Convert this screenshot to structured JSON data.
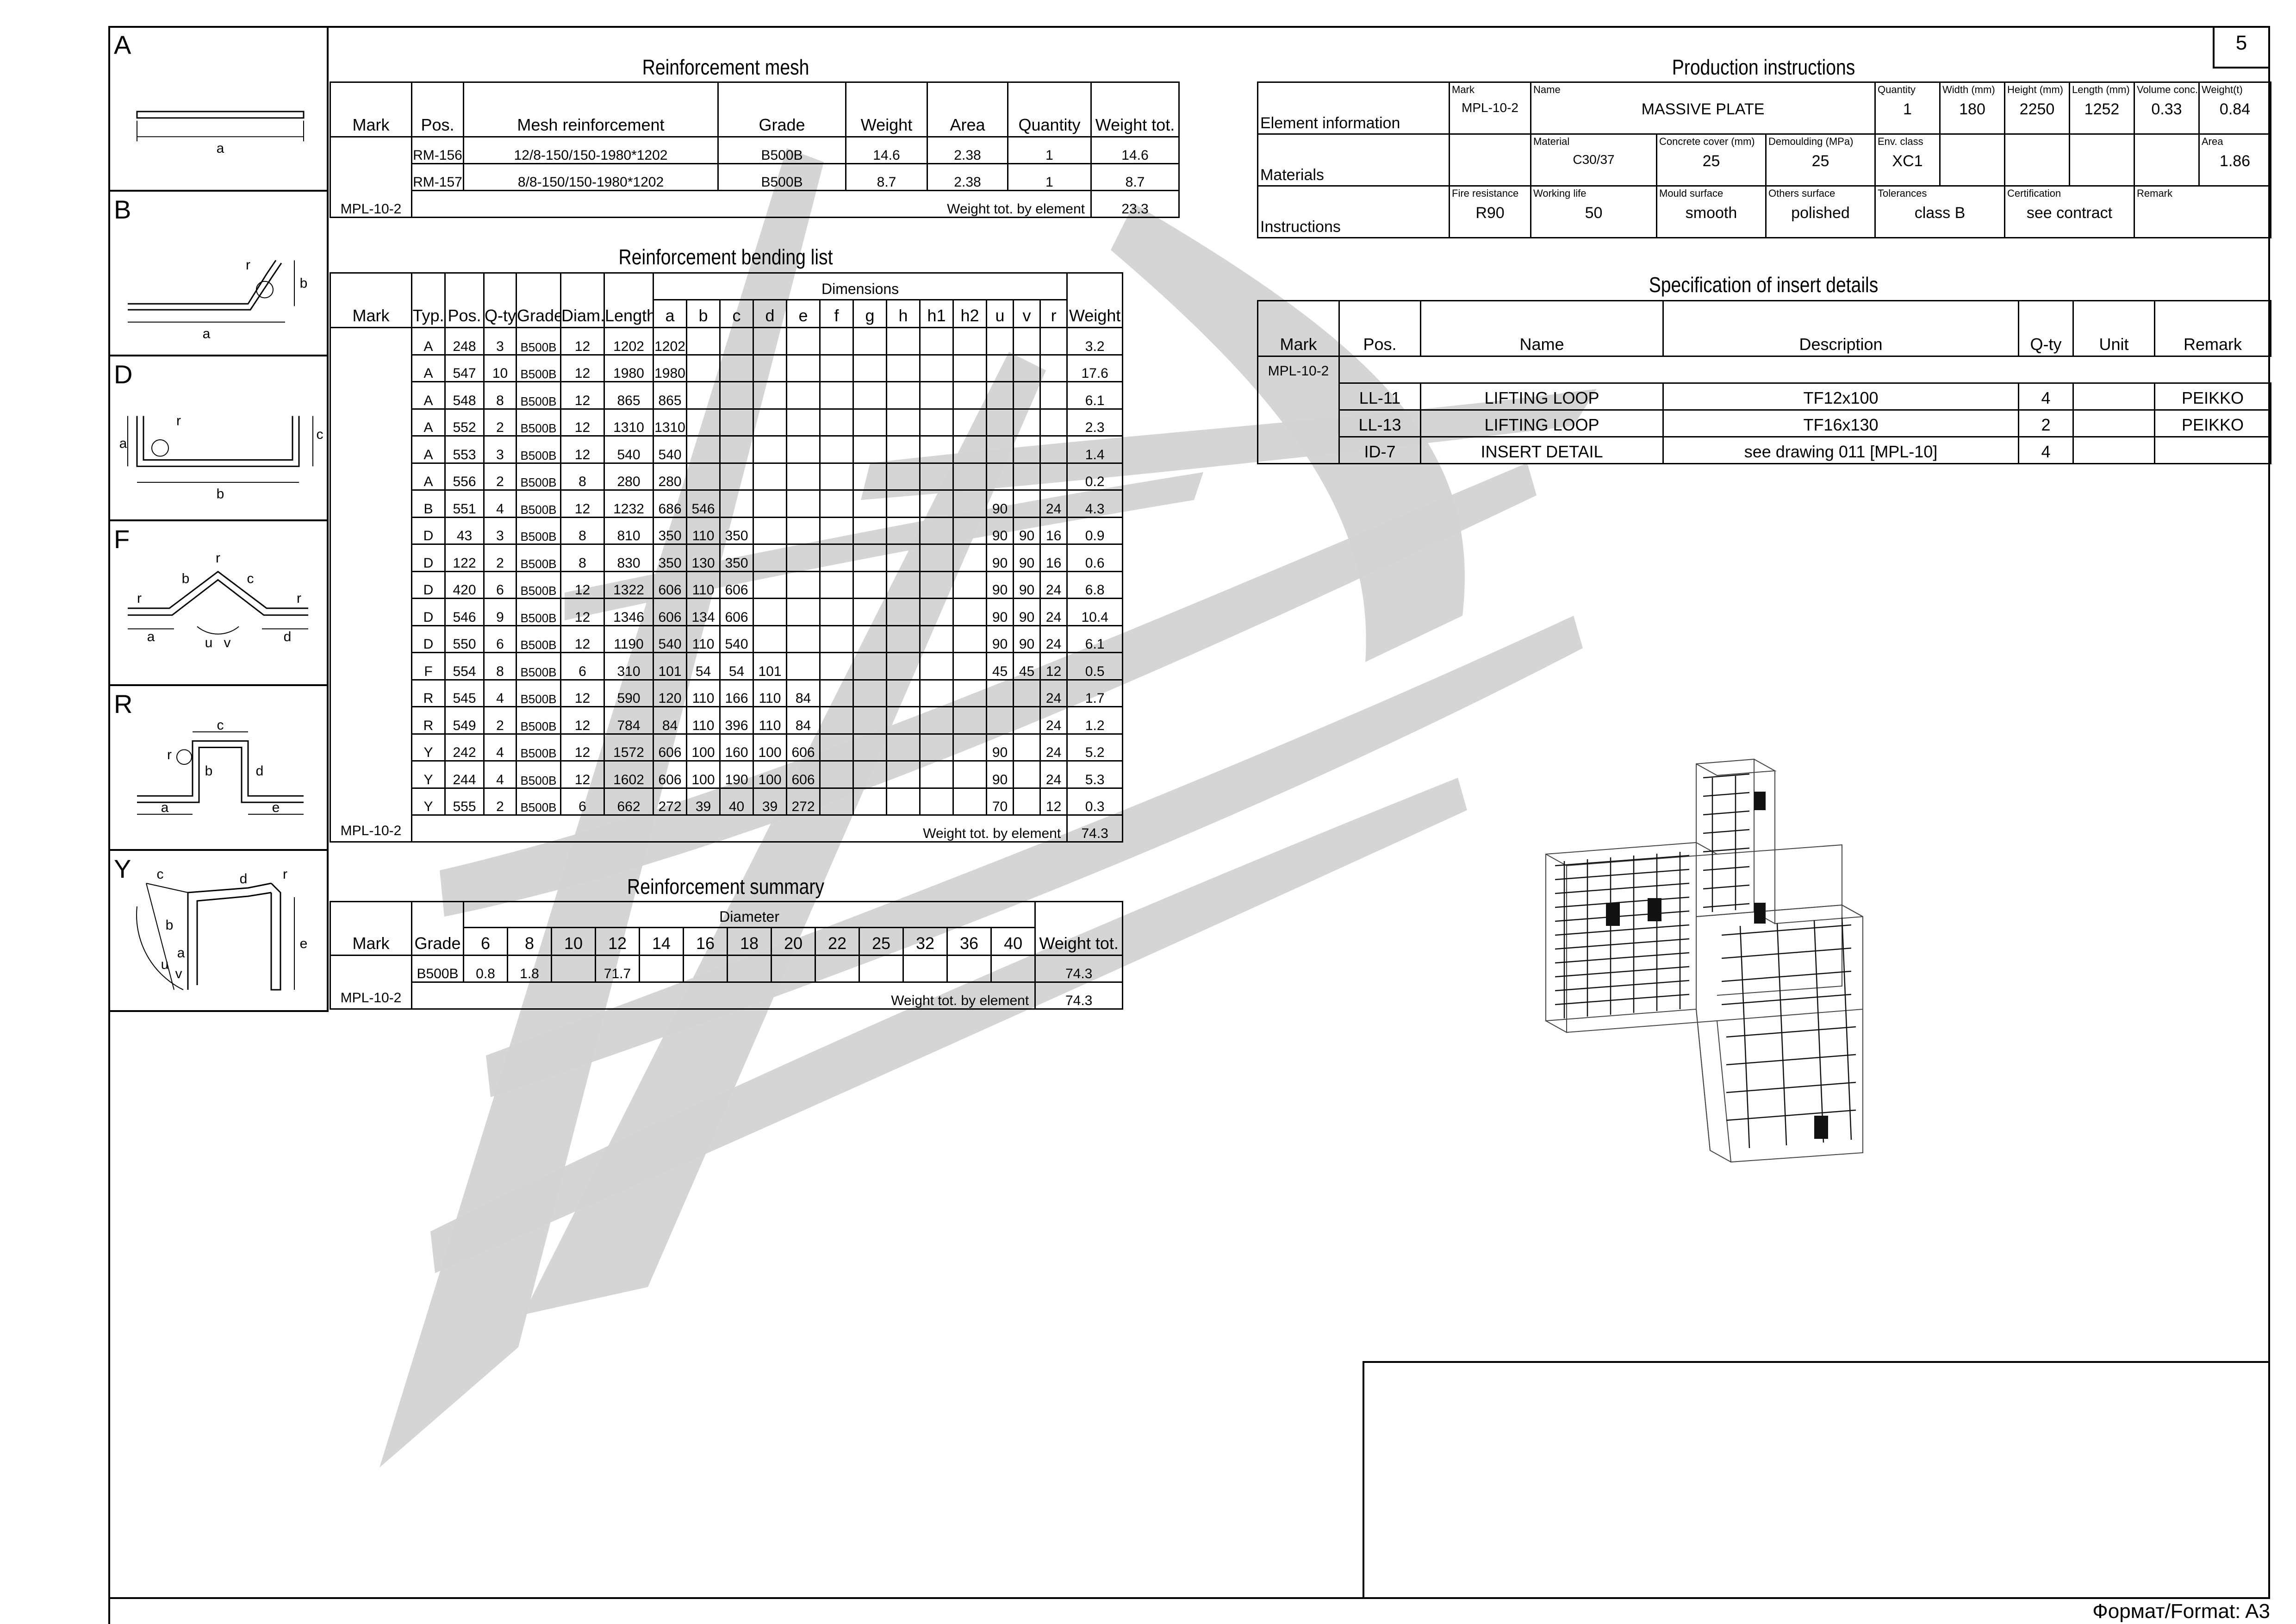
{
  "sheet_number": "5",
  "format_label": "Формат/Format: A3",
  "shapes": {
    "A": {
      "letter": "A",
      "labels": [
        "a"
      ]
    },
    "B": {
      "letter": "B",
      "labels": [
        "a",
        "b",
        "r"
      ]
    },
    "D": {
      "letter": "D",
      "labels": [
        "a",
        "b",
        "c",
        "r"
      ]
    },
    "F": {
      "letter": "F",
      "labels": [
        "a",
        "b",
        "c",
        "d",
        "r",
        "r",
        "r",
        "u",
        "v"
      ]
    },
    "R": {
      "letter": "R",
      "labels": [
        "a",
        "b",
        "c",
        "d",
        "e",
        "r"
      ]
    },
    "Y": {
      "letter": "Y",
      "labels": [
        "a",
        "b",
        "c",
        "d",
        "e",
        "r",
        "u",
        "v"
      ]
    }
  },
  "mesh": {
    "title": "Reinforcement mesh",
    "headers": [
      "Mark",
      "Pos.",
      "Mesh reinforcement",
      "Grade",
      "Weight",
      "Area",
      "Quantity",
      "Weight tot."
    ],
    "mark": "MPL-10-2",
    "rows": [
      [
        "RM-156",
        "12/8-150/150-1980*1202",
        "B500B",
        "14.6",
        "2.38",
        "1",
        "14.6"
      ],
      [
        "RM-157",
        "8/8-150/150-1980*1202",
        "B500B",
        "8.7",
        "2.38",
        "1",
        "8.7"
      ]
    ],
    "total_label": "Weight tot. by element",
    "total": "23.3"
  },
  "bending": {
    "title": "Reinforcement bending list",
    "dimensions_label": "Dimensions",
    "headers": [
      "Mark",
      "Typ.",
      "Pos.",
      "Q-ty",
      "Grade",
      "Diam.",
      "Length",
      "a",
      "b",
      "c",
      "d",
      "e",
      "f",
      "g",
      "h",
      "h1",
      "h2",
      "u",
      "v",
      "r",
      "Weight"
    ],
    "mark": "MPL-10-2",
    "rows": [
      [
        "A",
        "248",
        "3",
        "B500B",
        "12",
        "1202",
        "1202",
        "",
        "",
        "",
        "",
        "",
        "",
        "",
        "",
        "",
        "",
        "",
        "",
        "3.2"
      ],
      [
        "A",
        "547",
        "10",
        "B500B",
        "12",
        "1980",
        "1980",
        "",
        "",
        "",
        "",
        "",
        "",
        "",
        "",
        "",
        "",
        "",
        "",
        "17.6"
      ],
      [
        "A",
        "548",
        "8",
        "B500B",
        "12",
        "865",
        "865",
        "",
        "",
        "",
        "",
        "",
        "",
        "",
        "",
        "",
        "",
        "",
        "",
        "6.1"
      ],
      [
        "A",
        "552",
        "2",
        "B500B",
        "12",
        "1310",
        "1310",
        "",
        "",
        "",
        "",
        "",
        "",
        "",
        "",
        "",
        "",
        "",
        "",
        "2.3"
      ],
      [
        "A",
        "553",
        "3",
        "B500B",
        "12",
        "540",
        "540",
        "",
        "",
        "",
        "",
        "",
        "",
        "",
        "",
        "",
        "",
        "",
        "",
        "1.4"
      ],
      [
        "A",
        "556",
        "2",
        "B500B",
        "8",
        "280",
        "280",
        "",
        "",
        "",
        "",
        "",
        "",
        "",
        "",
        "",
        "",
        "",
        "",
        "0.2"
      ],
      [
        "B",
        "551",
        "4",
        "B500B",
        "12",
        "1232",
        "686",
        "546",
        "",
        "",
        "",
        "",
        "",
        "",
        "",
        "",
        "90",
        "",
        "24",
        "4.3"
      ],
      [
        "D",
        "43",
        "3",
        "B500B",
        "8",
        "810",
        "350",
        "110",
        "350",
        "",
        "",
        "",
        "",
        "",
        "",
        "",
        "90",
        "90",
        "16",
        "0.9"
      ],
      [
        "D",
        "122",
        "2",
        "B500B",
        "8",
        "830",
        "350",
        "130",
        "350",
        "",
        "",
        "",
        "",
        "",
        "",
        "",
        "90",
        "90",
        "16",
        "0.6"
      ],
      [
        "D",
        "420",
        "6",
        "B500B",
        "12",
        "1322",
        "606",
        "110",
        "606",
        "",
        "",
        "",
        "",
        "",
        "",
        "",
        "90",
        "90",
        "24",
        "6.8"
      ],
      [
        "D",
        "546",
        "9",
        "B500B",
        "12",
        "1346",
        "606",
        "134",
        "606",
        "",
        "",
        "",
        "",
        "",
        "",
        "",
        "90",
        "90",
        "24",
        "10.4"
      ],
      [
        "D",
        "550",
        "6",
        "B500B",
        "12",
        "1190",
        "540",
        "110",
        "540",
        "",
        "",
        "",
        "",
        "",
        "",
        "",
        "90",
        "90",
        "24",
        "6.1"
      ],
      [
        "F",
        "554",
        "8",
        "B500B",
        "6",
        "310",
        "101",
        "54",
        "54",
        "101",
        "",
        "",
        "",
        "",
        "",
        "",
        "45",
        "45",
        "12",
        "0.5"
      ],
      [
        "R",
        "545",
        "4",
        "B500B",
        "12",
        "590",
        "120",
        "110",
        "166",
        "110",
        "84",
        "",
        "",
        "",
        "",
        "",
        "",
        "",
        "24",
        "1.7"
      ],
      [
        "R",
        "549",
        "2",
        "B500B",
        "12",
        "784",
        "84",
        "110",
        "396",
        "110",
        "84",
        "",
        "",
        "",
        "",
        "",
        "",
        "",
        "24",
        "1.2"
      ],
      [
        "Y",
        "242",
        "4",
        "B500B",
        "12",
        "1572",
        "606",
        "100",
        "160",
        "100",
        "606",
        "",
        "",
        "",
        "",
        "",
        "90",
        "",
        "24",
        "5.2"
      ],
      [
        "Y",
        "244",
        "4",
        "B500B",
        "12",
        "1602",
        "606",
        "100",
        "190",
        "100",
        "606",
        "",
        "",
        "",
        "",
        "",
        "90",
        "",
        "24",
        "5.3"
      ],
      [
        "Y",
        "555",
        "2",
        "B500B",
        "6",
        "662",
        "272",
        "39",
        "40",
        "39",
        "272",
        "",
        "",
        "",
        "",
        "",
        "70",
        "",
        "12",
        "0.3"
      ]
    ],
    "total_label": "Weight tot. by element",
    "total": "74.3"
  },
  "summary": {
    "title": "Reinforcement summary",
    "diameter_label": "Diameter",
    "headers": [
      "Mark",
      "Grade",
      "6",
      "8",
      "10",
      "12",
      "14",
      "16",
      "18",
      "20",
      "22",
      "25",
      "32",
      "36",
      "40",
      "Weight tot."
    ],
    "mark": "MPL-10-2",
    "row": [
      "B500B",
      "0.8",
      "1.8",
      "",
      "71.7",
      "",
      "",
      "",
      "",
      "",
      "",
      "",
      "",
      "",
      "74.3"
    ],
    "total_label": "Weight tot. by element",
    "total": "74.3"
  },
  "production": {
    "title": "Production instructions",
    "element": {
      "label": "Element information",
      "mark_cap": "Mark",
      "mark": "MPL-10-2",
      "name_cap": "Name",
      "name": "MASSIVE PLATE",
      "quantity_cap": "Quantity",
      "quantity": "1",
      "width_cap": "Width (mm)",
      "width": "180",
      "height_cap": "Height (mm)",
      "height": "2250",
      "length_cap": "Length (mm)",
      "length": "1252",
      "volume_cap": "Volume conc.",
      "volume": "0.33",
      "weight_cap": "Weight(t)",
      "weight": "0.84"
    },
    "materials": {
      "label": "Materials",
      "material_cap": "Material",
      "material": "C30/37",
      "cover_cap": "Concrete cover (mm)",
      "cover": "25",
      "demoulding_cap": "Demoulding (MPa)",
      "demoulding": "25",
      "env_cap": "Env. class",
      "env": "XC1",
      "area_cap": "Area",
      "area": "1.86"
    },
    "instructions": {
      "label": "Instructions",
      "fire_cap": "Fire resistance",
      "fire": "R90",
      "life_cap": "Working life",
      "life": "50",
      "mould_cap": "Mould surface",
      "mould": "smooth",
      "others_cap": "Others surface",
      "others": "polished",
      "tol_cap": "Tolerances",
      "tol": "class B",
      "cert_cap": "Certification",
      "cert": "see contract",
      "remark_cap": "Remark",
      "remark": ""
    }
  },
  "inserts": {
    "title": "Specification of insert details",
    "headers": [
      "Mark",
      "Pos.",
      "Name",
      "Description",
      "Q-ty",
      "Unit",
      "Remark"
    ],
    "mark": "MPL-10-2",
    "rows": [
      [
        "LL-11",
        "LIFTING LOOP",
        "TF12x100",
        "4",
        "",
        "PEIKKO"
      ],
      [
        "LL-13",
        "LIFTING LOOP",
        "TF16x130",
        "2",
        "",
        "PEIKKO"
      ],
      [
        "ID-7",
        "INSERT DETAIL",
        "see drawing 011 [MPL-10]",
        "4",
        "",
        ""
      ]
    ]
  }
}
